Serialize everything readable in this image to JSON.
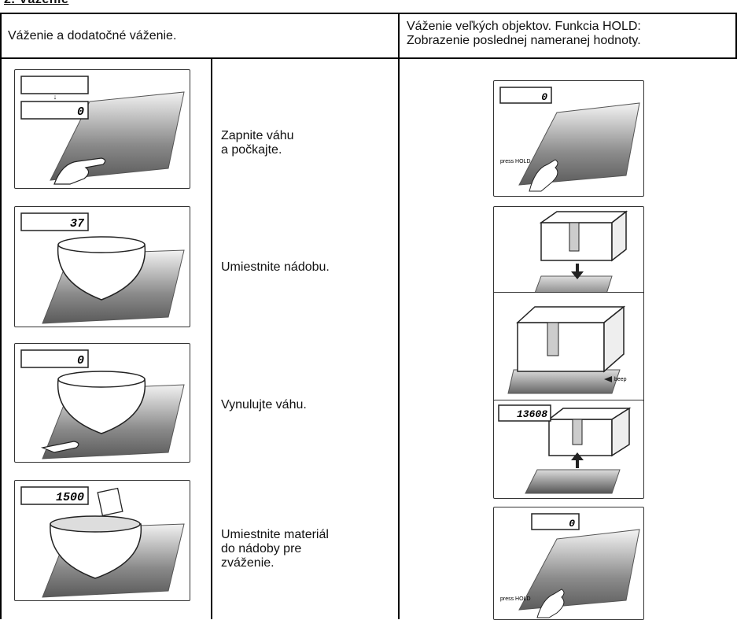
{
  "section_heading": "2. Váženie",
  "columns": {
    "left_header": "Váženie a dodatočné váženie.",
    "right_header_line1": "Váženie veľkých objektov. Funkcia HOLD:",
    "right_header_line2": "Zobrazenie poslednej nameranej hodnoty."
  },
  "left_steps": [
    {
      "display": "0",
      "text_line1": "Zapnite váhu",
      "text_line2": "a počkajte.",
      "text_line3": ""
    },
    {
      "display": "37",
      "text_line1": "Umiestnite nádobu.",
      "text_line2": "",
      "text_line3": ""
    },
    {
      "display": "0",
      "text_line1": "Vynulujte váhu.",
      "text_line2": "",
      "text_line3": ""
    },
    {
      "display": "1500",
      "text_line1": "Umiestnite materiál",
      "text_line2": "do nádoby pre",
      "text_line3": "zváženie."
    }
  ],
  "right_steps": [
    {
      "display": "0",
      "caption": "press HOLD"
    },
    {
      "display": "",
      "caption": ""
    },
    {
      "display": "",
      "caption": "beep"
    },
    {
      "display": "13608",
      "caption": ""
    },
    {
      "display": "0",
      "caption": "press HOLD"
    }
  ]
}
